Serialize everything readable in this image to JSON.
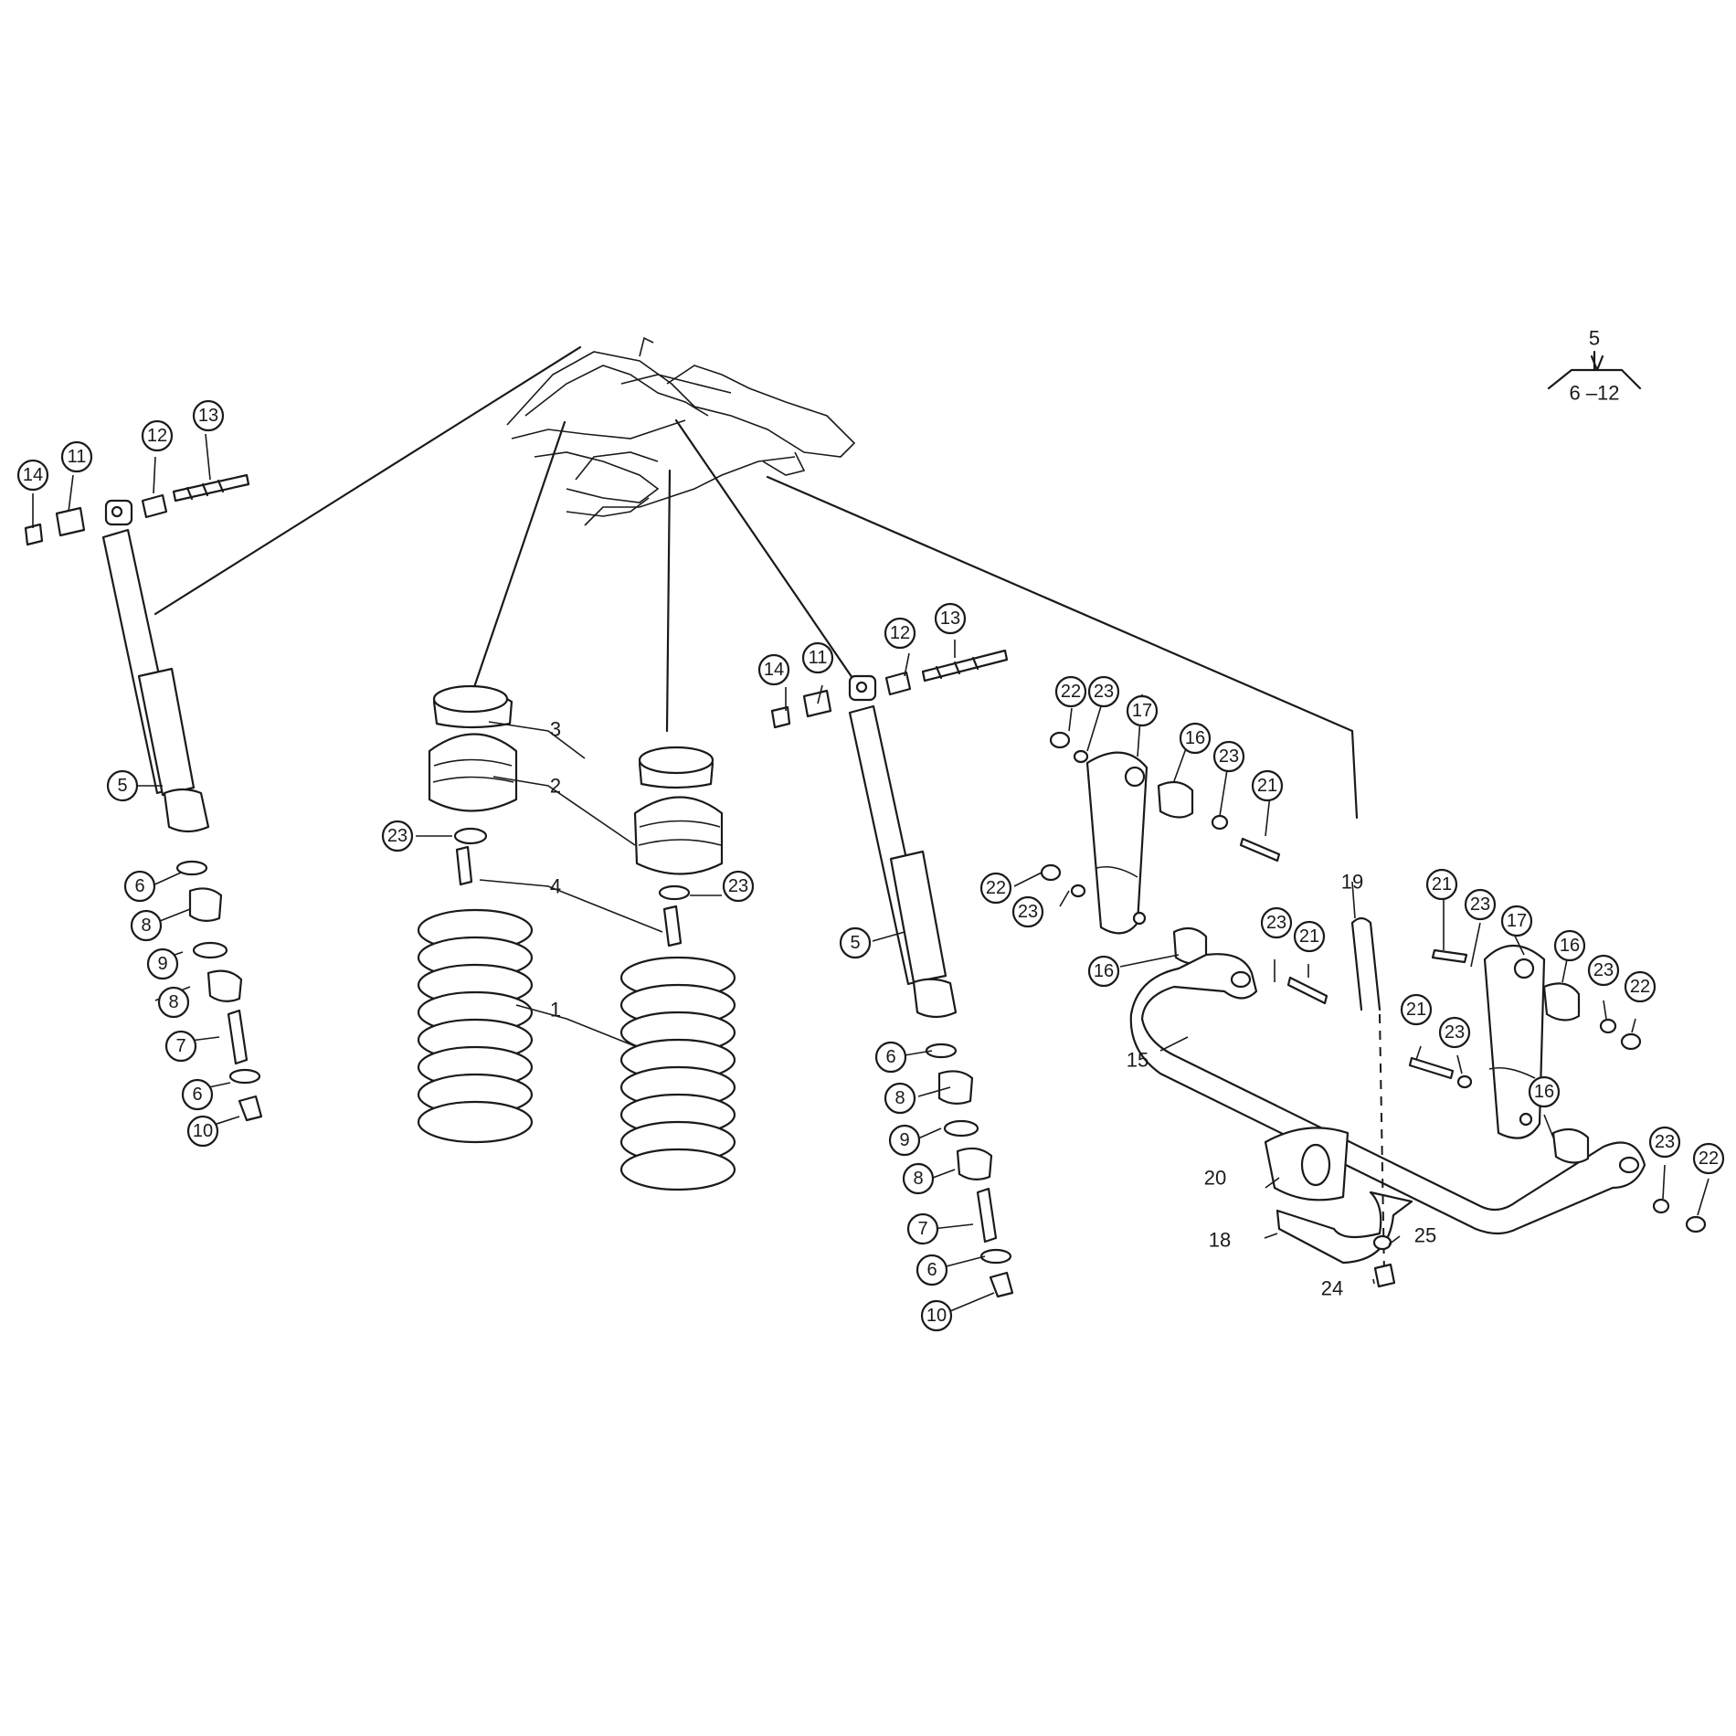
{
  "legend": {
    "top": "5",
    "bottom": "6 –12"
  },
  "labels": {
    "l1a": "14",
    "l1b": "11",
    "l1c": "12",
    "l1d": "13",
    "l1e": "5",
    "l1f": "6",
    "l1g": "8",
    "l1h": "9",
    "l1i": "8",
    "l1j": "7",
    "l1k": "6",
    "l1l": "10",
    "c23a": "23",
    "c3": "3",
    "c2": "2",
    "c4": "4",
    "c1": "1",
    "c23b": "23",
    "r14": "14",
    "r11": "11",
    "r12": "12",
    "r13": "13",
    "r5": "5",
    "r6a": "6",
    "r8a": "8",
    "r9": "9",
    "r8b": "8",
    "r7": "7",
    "r6b": "6",
    "r10": "10",
    "s22a": "22",
    "s23a": "23",
    "s17a": "17",
    "s16a": "16",
    "s23b": "23",
    "s21a": "21",
    "s22b": "22",
    "s23c": "23",
    "s16b": "16",
    "s15": "15",
    "s23d": "23",
    "s21b": "21",
    "s19": "19",
    "s21c": "21",
    "s23e": "23",
    "s17b": "17",
    "s16c": "16",
    "s23f": "23",
    "s22c": "22",
    "s21d": "21",
    "s23g": "23",
    "s16d": "16",
    "s23h": "23",
    "s22d": "22",
    "s20": "20",
    "s18": "18",
    "s25": "25",
    "s24": "24"
  }
}
